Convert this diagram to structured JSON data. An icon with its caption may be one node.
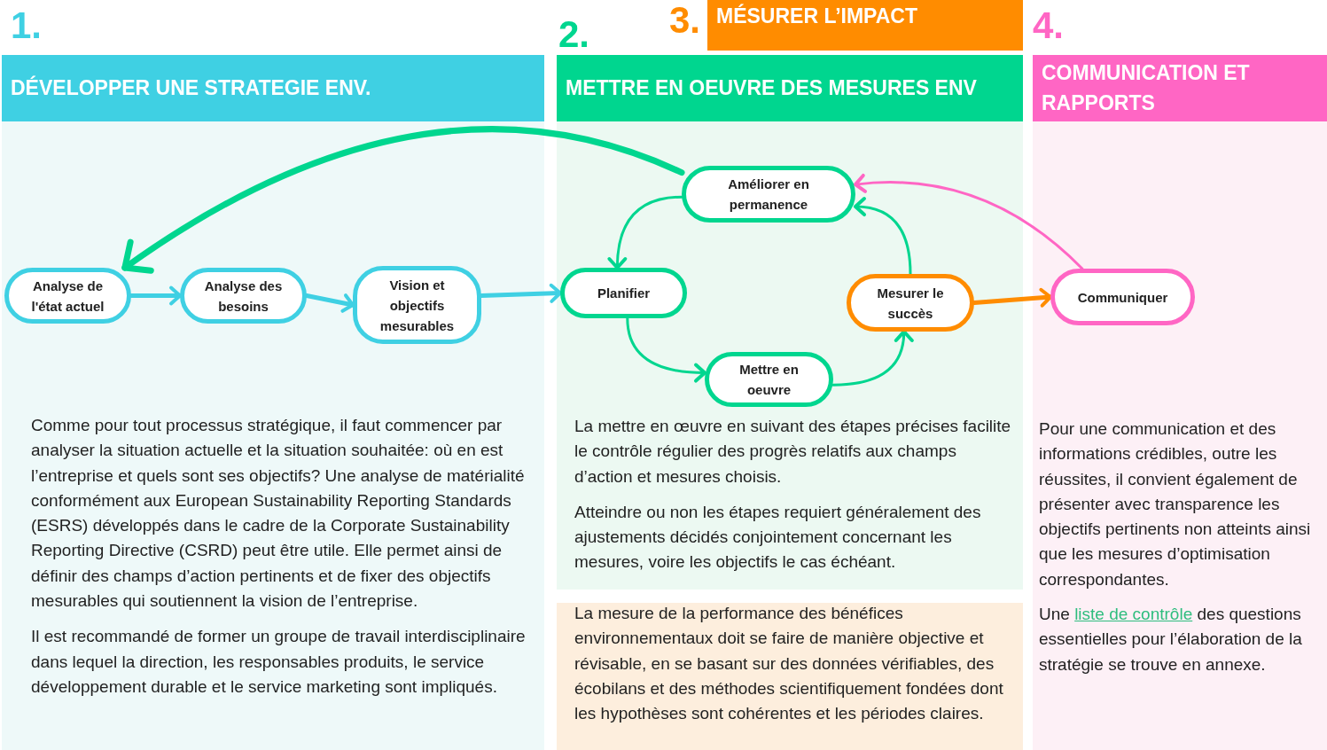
{
  "diagram": {
    "nodes": [
      {
        "text": [
          "DÉVELOPPER UNE STRATEGIE ENV."
        ],
        "beside": [
          "1."
        ]
      },
      {
        "text": [
          "METTRE EN OEUVRE DES MESURES ENV"
        ],
        "beside": [
          "2."
        ]
      },
      {
        "text": [
          "MÉSURER L’IMPACT"
        ],
        "beside": [
          "3."
        ]
      },
      {
        "text": [
          "COMMUNICATION ET RAPPORTS"
        ],
        "beside": [
          "4."
        ]
      },
      {
        "text": [
          "Analyse de l'état actuel"
        ]
      },
      {
        "text": [
          "Analyse des besoins"
        ]
      },
      {
        "text": [
          "Vision et objectifs mesurables"
        ]
      },
      {
        "text": [
          "Planifier"
        ]
      },
      {
        "text": [
          "Mettre en oeuvre"
        ]
      },
      {
        "text": [
          "Mesurer le succès"
        ]
      },
      {
        "text": [
          "Améliorer en permanence"
        ]
      },
      {
        "text": [
          "Communiquer"
        ]
      }
    ],
    "edges": [
      {
        "from": 4,
        "to": 5,
        "arrow": "to",
        "color": "#3fd0e3"
      },
      {
        "from": 5,
        "to": 6,
        "arrow": "to",
        "color": "#3fd0e3"
      },
      {
        "from": 6,
        "to": 7,
        "arrow": "to",
        "color": "#3fd0e3"
      },
      {
        "from": 7,
        "to": 8,
        "arrow": "to"
      },
      {
        "from": 8,
        "to": 9,
        "arrow": "to"
      },
      {
        "from": 9,
        "to": 10,
        "arrow": "to"
      },
      {
        "from": 10,
        "to": 7,
        "arrow": "to"
      },
      {
        "from": 9,
        "to": 11,
        "arrow": "to",
        "color": "#ff8c00"
      },
      {
        "from": 11,
        "to": 10,
        "arrow": "to",
        "color": "#ff66c4"
      },
      {
        "from": 10,
        "to": 4,
        "arrow": "to",
        "style": "thick"
      }
    ],
    "labels": [
      "Comme pour tout processus stratégique, il faut commencer par analyser la situation actuelle et la situation souhaitée: où en est l’entreprise et quels sont ses objectifs? Une analyse de matérialité conformément aux European Sustainability Reporting Standards (ESRS) développés dans le cadre de la Corporate Sustainability Reporting Directive (CSRD) peut être utile. Elle permet ainsi de définir des champs d’action pertinents et de fixer des objectifs mesurables qui soutiennent la vision de l’entreprise.",
      "Il est recommandé de former un groupe de travail interdisciplinaire dans lequel la direction, les responsables produits, le service développement durable et le service marketing sont impliqués.",
      "La mettre en œuvre en suivant des étapes précises facilite le contrôle régulier des progrès relatifs aux champs d’action et mesures choisis.",
      "Atteindre ou non les étapes requiert généralement des ajustements décidés conjointement concernant les mesures, voire les objectifs le cas échéant.",
      "La mesure de la performance des bénéfices environnementaux doit se faire de manière objective et révisable, en se basant sur des données vérifiables, des écobilans et des méthodes scientifiquement fondées dont les hypothèses sont cohérentes et les périodes claires.",
      "Pour une communication et des informations crédibles, outre les réussites, il convient également de présenter avec transparence les objectifs pertinents non atteints ainsi que les mesures d’optimisation correspondantes.",
      "Une",
      "liste de contrôle",
      "des questions essentielles pour l’élaboration de la stratégie se trouve en annexe."
    ]
  }
}
